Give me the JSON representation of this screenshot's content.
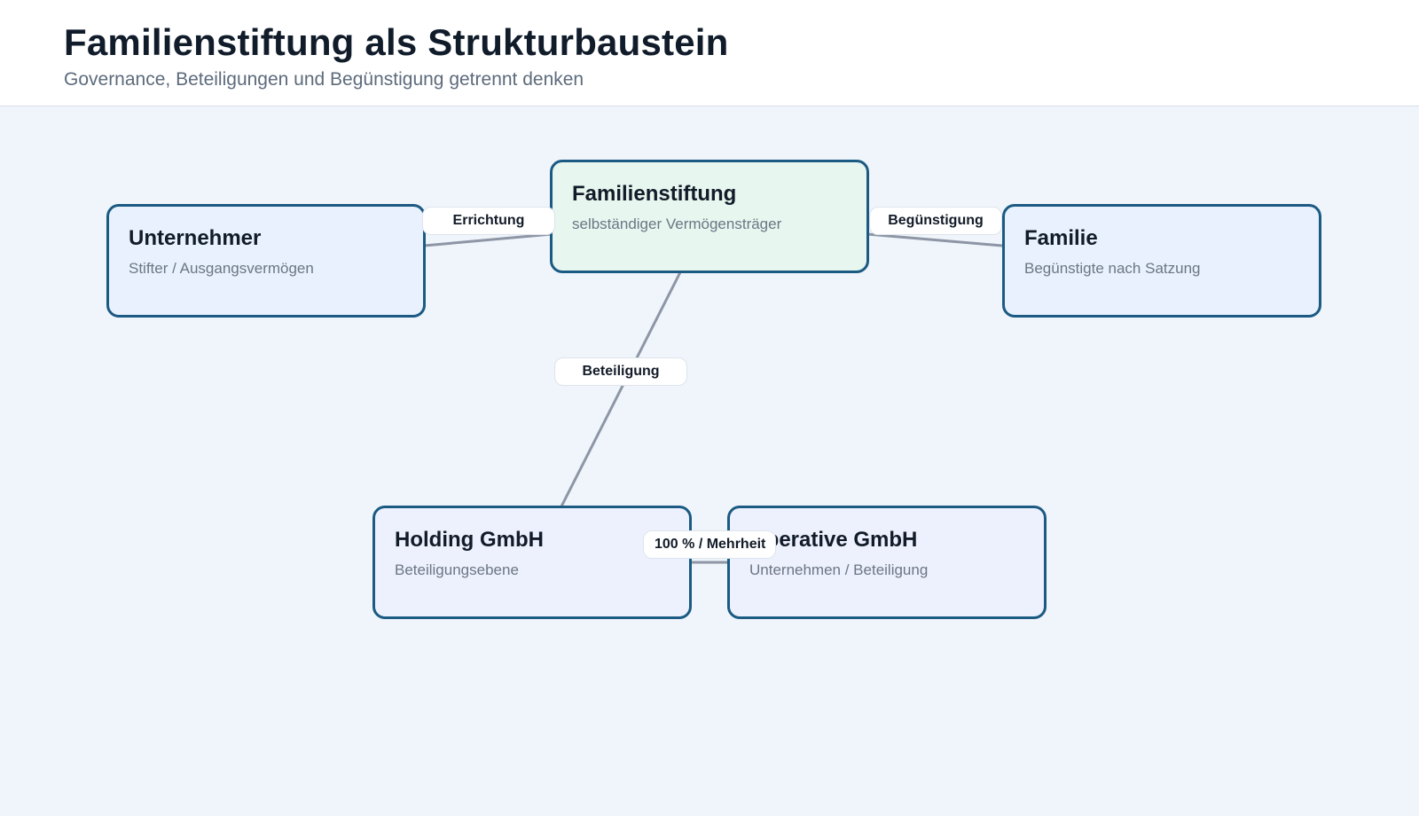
{
  "header": {
    "title": "Familienstiftung als Strukturbaustein",
    "subtitle": "Governance, Beteiligungen und Begünstigung getrennt denken"
  },
  "nodes": {
    "unternehmer": {
      "title": "Unternehmer",
      "subtitle": "Stifter / Ausgangsvermögen"
    },
    "stiftung": {
      "title": "Familienstiftung",
      "subtitle": "selbständiger Vermögensträger"
    },
    "familie": {
      "title": "Familie",
      "subtitle": "Begünstigte nach Satzung"
    },
    "holding": {
      "title": "Holding GmbH",
      "subtitle": "Beteiligungsebene"
    },
    "operative": {
      "title": "Operative GmbH",
      "subtitle": "Unternehmen / Beteiligung"
    }
  },
  "edges": {
    "errichtung": "Errichtung",
    "beguenstigung": "Begünstigung",
    "beteiligung": "Beteiligung",
    "mehrheit": "100 % / Mehrheit"
  },
  "colors": {
    "node_border": "#1b5a82",
    "edge": "#8e96a6",
    "background": "#eff5fb"
  }
}
